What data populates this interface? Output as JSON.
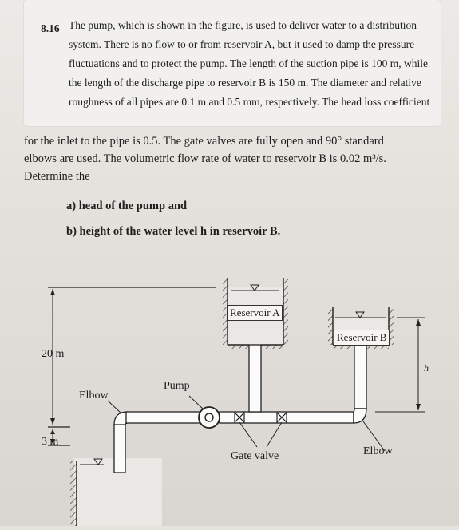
{
  "problem": {
    "number": "8.16",
    "boxed_lines": [
      "The pump, which is shown in the figure, is used to deliver water to a distribution",
      "system. There is no flow to or from reservoir A, but it used to damp the pressure",
      "fluctuations and to protect the pump. The length of the suction pipe is 100 m, while",
      "the length of the discharge pipe to reservoir B is 150 m. The diameter and relative",
      "roughness of all pipes are 0.1 m and 0.5 mm, respectively. The head loss coefficient"
    ],
    "continuation_lines": [
      "for the inlet to the pipe is 0.5. The gate valves are fully open and 90° standard",
      "elbows are used. The volumetric flow rate of water to reservoir B is 0.02 m³/s.",
      "Determine the"
    ],
    "tasks": [
      "a) head of the pump and",
      "b) height of the water level h in reservoir B."
    ]
  },
  "figure": {
    "labels": {
      "reservoir_a": "Reservoir A",
      "reservoir_b": "Reservoir B",
      "height_20": "20 m",
      "height_3": "3 m",
      "elbow_left": "Elbow",
      "elbow_right": "Elbow",
      "pump": "Pump",
      "gate_valve": "Gate valve",
      "h": "h"
    },
    "colors": {
      "pipe_fill": "#fbfbfa",
      "stroke": "#222222",
      "water": "#e9e8e4"
    }
  }
}
